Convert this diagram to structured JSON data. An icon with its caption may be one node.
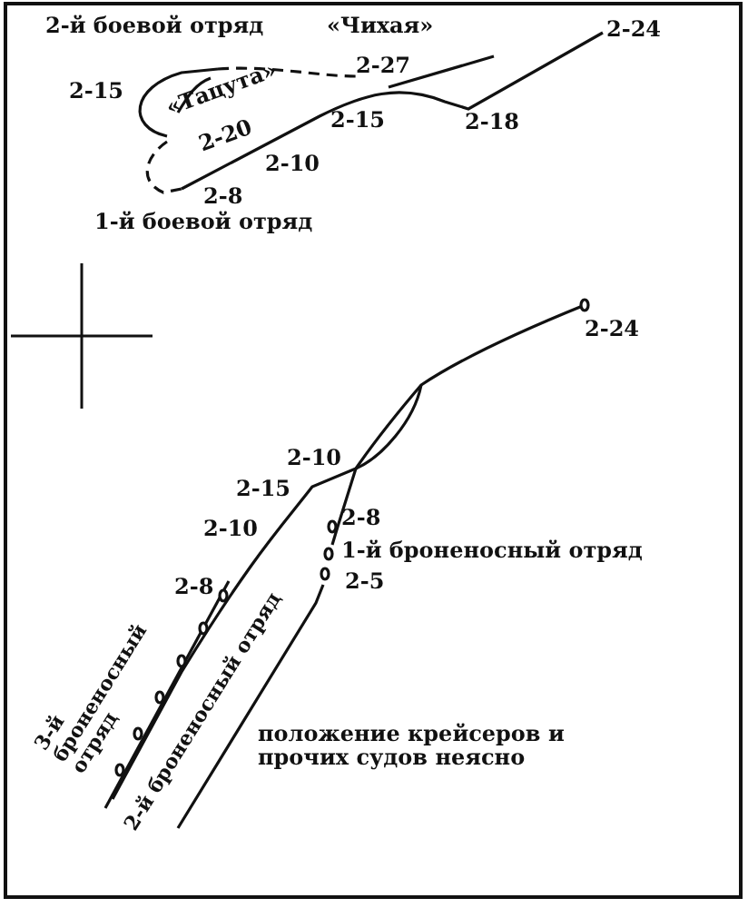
{
  "diagram": {
    "labels": [
      "2-й боевой отряд",
      "«Чихая»",
      "2-24",
      "2-15",
      "2-27",
      "«Тацута»",
      "2-20",
      "2-15",
      "2-18",
      "2-10",
      "2-8",
      "1-й боевой отряд",
      "2-24",
      "2-10",
      "2-15",
      "2-10",
      "2-8",
      "1-й броненосный отряд",
      "2-8",
      "2-5",
      "3-й броненосный отряд",
      "2-й броненосный отряд",
      "положение крейсеров и прочих судов неясно"
    ]
  }
}
